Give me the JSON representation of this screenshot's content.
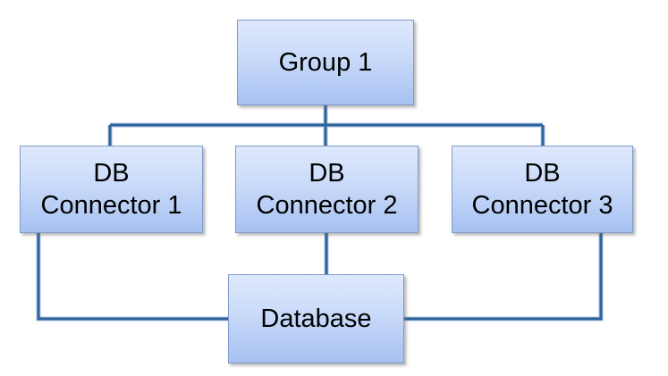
{
  "diagram": {
    "title": "",
    "nodes": [
      {
        "id": "group-1",
        "label": "Group 1"
      },
      {
        "id": "db-connector-1",
        "label": "DB\nConnector 1"
      },
      {
        "id": "db-connector-2",
        "label": "DB\nConnector 2"
      },
      {
        "id": "db-connector-3",
        "label": "DB\nConnector 3"
      },
      {
        "id": "database",
        "label": "Database"
      }
    ],
    "edges": [
      {
        "from": "group-1",
        "to": "db-connector-1"
      },
      {
        "from": "group-1",
        "to": "db-connector-2"
      },
      {
        "from": "group-1",
        "to": "db-connector-3"
      },
      {
        "from": "db-connector-1",
        "to": "database"
      },
      {
        "from": "db-connector-2",
        "to": "database"
      },
      {
        "from": "db-connector-3",
        "to": "database"
      }
    ],
    "colors": {
      "node_fill_top": "#dfe9fc",
      "node_fill_bottom": "#a6c1f1",
      "node_border": "#809bc8",
      "connector_core": "#2e6399",
      "connector_halo": "#a9c5e6",
      "text": "#000000",
      "background": "#ffffff"
    }
  }
}
